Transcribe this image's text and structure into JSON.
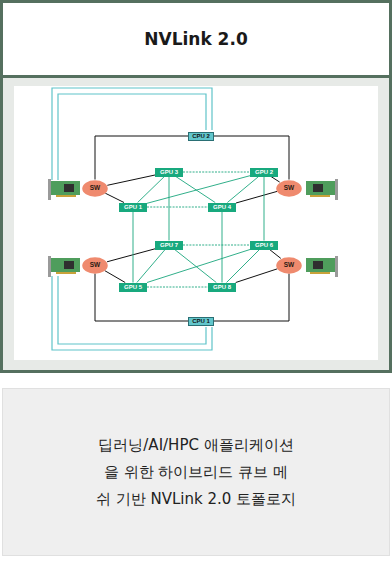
{
  "diagram": {
    "title": "NVLink 2.0",
    "caption": "딥러닝/AI/HPC 애플리케이션을 위한 하이브리드 큐브 메쉬 기반 NVLink 2.0 토폴로지",
    "nodes": [
      {
        "text": [
          "CPU 2"
        ]
      },
      {
        "text": [
          "GPU 3"
        ]
      },
      {
        "text": [
          "GPU 2"
        ]
      },
      {
        "text": [
          "SW"
        ]
      },
      {
        "text": [
          "SW"
        ]
      },
      {
        "text": [
          "GPU 1"
        ]
      },
      {
        "text": [
          "GPU 4"
        ]
      },
      {
        "text": [
          "GPU 7"
        ]
      },
      {
        "text": [
          "GPU 6"
        ]
      },
      {
        "text": [
          "SW"
        ]
      },
      {
        "text": [
          "SW"
        ]
      },
      {
        "text": [
          "GPU 5"
        ]
      },
      {
        "text": [
          "GPU 8"
        ]
      },
      {
        "text": [
          "CPU 1"
        ]
      }
    ],
    "edges": [
      {
        "from": 0,
        "to": 3,
        "arrow": "none"
      },
      {
        "from": 0,
        "to": 4,
        "arrow": "none"
      },
      {
        "from": 3,
        "to": 1,
        "arrow": "none"
      },
      {
        "from": 3,
        "to": 5,
        "arrow": "none"
      },
      {
        "from": 4,
        "to": 2,
        "arrow": "none"
      },
      {
        "from": 4,
        "to": 6,
        "arrow": "none"
      },
      {
        "from": 13,
        "to": 9,
        "arrow": "none"
      },
      {
        "from": 13,
        "to": 10,
        "arrow": "none"
      },
      {
        "from": 9,
        "to": 7,
        "arrow": "none"
      },
      {
        "from": 9,
        "to": 11,
        "arrow": "none"
      },
      {
        "from": 10,
        "to": 8,
        "arrow": "none"
      },
      {
        "from": 10,
        "to": 12,
        "arrow": "none"
      },
      {
        "from": 1,
        "to": 2,
        "arrow": "none"
      },
      {
        "from": 5,
        "to": 6,
        "arrow": "none"
      },
      {
        "from": 1,
        "to": 5,
        "arrow": "none"
      },
      {
        "from": 2,
        "to": 6,
        "arrow": "none"
      },
      {
        "from": 1,
        "to": 6,
        "arrow": "none"
      },
      {
        "from": 5,
        "to": 2,
        "arrow": "none"
      },
      {
        "from": 7,
        "to": 8,
        "arrow": "none"
      },
      {
        "from": 11,
        "to": 12,
        "arrow": "none"
      },
      {
        "from": 7,
        "to": 11,
        "arrow": "none"
      },
      {
        "from": 8,
        "to": 12,
        "arrow": "none"
      },
      {
        "from": 7,
        "to": 12,
        "arrow": "none"
      },
      {
        "from": 11,
        "to": 8,
        "arrow": "none"
      },
      {
        "from": 1,
        "to": 7,
        "arrow": "none"
      },
      {
        "from": 2,
        "to": 8,
        "arrow": "none"
      },
      {
        "from": 5,
        "to": 11,
        "arrow": "none"
      },
      {
        "from": 6,
        "to": 12,
        "arrow": "none"
      }
    ]
  }
}
